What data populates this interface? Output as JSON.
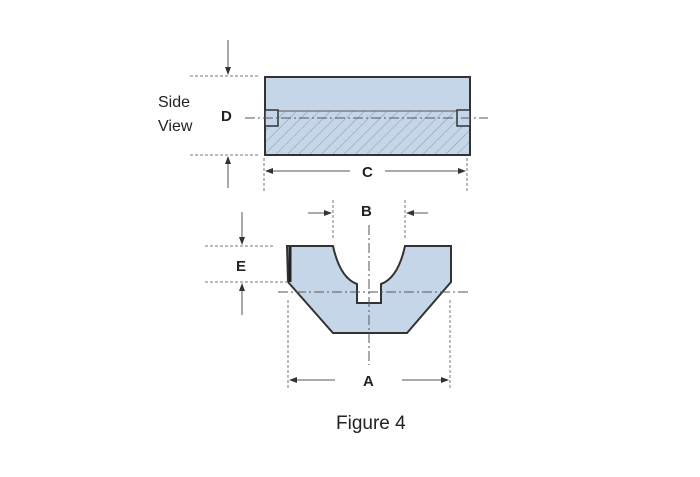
{
  "side_view": {
    "label_line1": "Side",
    "label_line2": "View",
    "dim_height": "D",
    "dim_width": "C"
  },
  "front_view": {
    "dim_width": "A",
    "dim_slot": "B",
    "dim_height": "E"
  },
  "caption": "Figure 4",
  "colors": {
    "part_fill": "#c6d6e9",
    "outline": "#333333"
  }
}
